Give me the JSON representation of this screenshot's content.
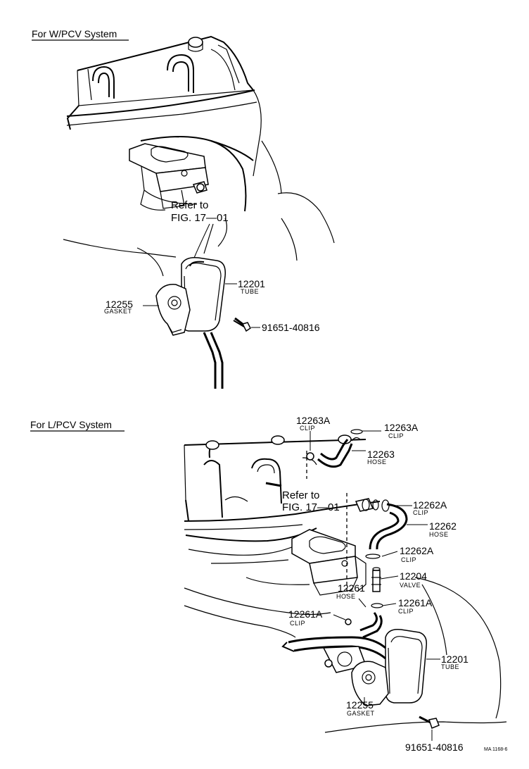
{
  "upper": {
    "heading": "For W/PCV System",
    "refer": {
      "line1": "Refer to",
      "line2": "FIG. 17—01"
    },
    "tube": {
      "number": "12201",
      "name": "TUBE"
    },
    "gasket": {
      "number": "12255",
      "name": "GASKET"
    },
    "bolt": {
      "number": "91651-40816"
    }
  },
  "lower": {
    "heading": "For L/PCV System",
    "refer": {
      "line1": "Refer to",
      "line2": "FIG. 17—01"
    },
    "clip_a_left": {
      "number": "12263A",
      "name": "CLIP"
    },
    "clip_a_right": {
      "number": "12263A",
      "name": "CLIP"
    },
    "hose_top": {
      "number": "12263",
      "name": "HOSE"
    },
    "clip_b_top": {
      "number": "12262A",
      "name": "CLIP"
    },
    "hose_mid": {
      "number": "12262",
      "name": "HOSE"
    },
    "clip_b_bottom": {
      "number": "12262A",
      "name": "CLIP"
    },
    "valve": {
      "number": "12204",
      "name": "VALVE"
    },
    "hose_low": {
      "number": "12261",
      "name": "HOSE"
    },
    "clip_c_right": {
      "number": "12261A",
      "name": "CLIP"
    },
    "clip_c_left": {
      "number": "12261A",
      "name": "CLIP"
    },
    "tube": {
      "number": "12201",
      "name": "TUBE"
    },
    "gasket": {
      "number": "12255",
      "name": "GASKET"
    },
    "bolt": {
      "number": "91651-40816"
    }
  },
  "figure_code": "MA 1168-6"
}
